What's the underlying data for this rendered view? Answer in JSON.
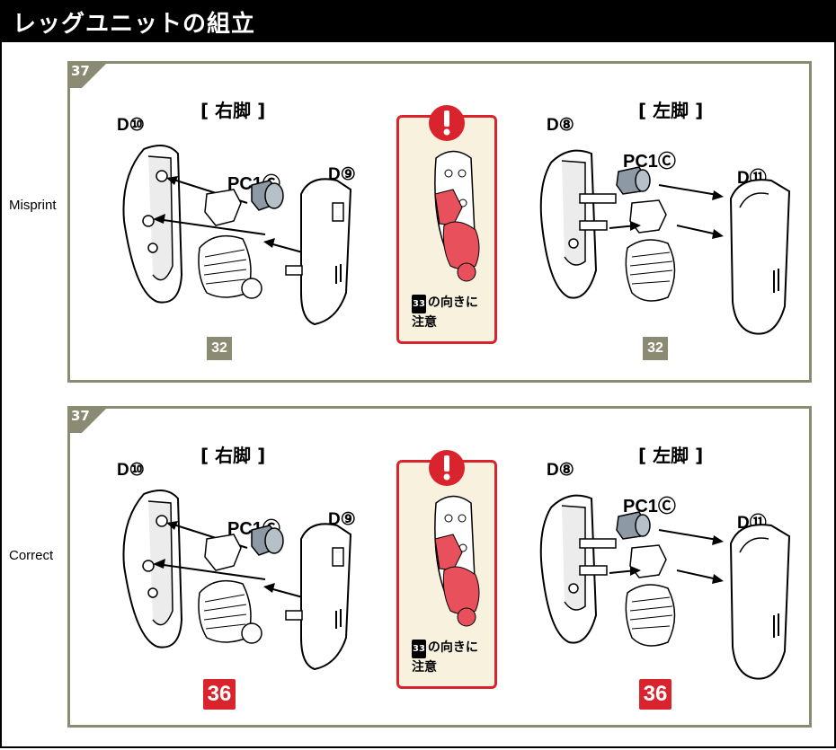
{
  "header": {
    "title": "レッグユニットの組立"
  },
  "panels": [
    {
      "side_label": "Misprint",
      "step": "37",
      "right_leg": {
        "title": "[ 右脚 ]",
        "part_main": "D⑩",
        "part_cover": "D⑨",
        "pc": "PC1Ⓒ",
        "badge": "32"
      },
      "left_leg": {
        "title": "[ 左脚 ]",
        "part_main": "D⑧",
        "part_cover": "D⑪",
        "pc": "PC1Ⓒ",
        "badge": "32"
      },
      "caution": {
        "num": "33",
        "text1": "の向きに",
        "text2": "注意"
      }
    },
    {
      "side_label": "Correct",
      "step": "37",
      "right_leg": {
        "title": "[ 右脚 ]",
        "part_main": "D⑩",
        "part_cover": "D⑨",
        "pc": "PC1Ⓒ",
        "badge": "36"
      },
      "left_leg": {
        "title": "[ 左脚 ]",
        "part_main": "D⑧",
        "part_cover": "D⑪",
        "pc": "PC1Ⓒ",
        "badge": "36"
      },
      "caution": {
        "num": "33",
        "text1": "の向きに",
        "text2": "注意"
      }
    }
  ],
  "colors": {
    "panel_border": "#8b8a72",
    "caution_red": "#d9232d",
    "caution_bg": "#f8f1de",
    "part_red": "#e8505b",
    "pc_gray": "#8d9aa5"
  }
}
